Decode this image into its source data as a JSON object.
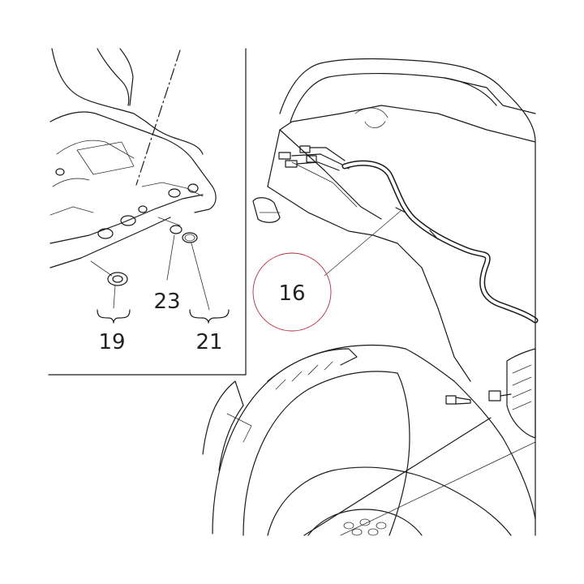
{
  "callouts": {
    "part_19": "19",
    "part_23": "23",
    "part_21": "21",
    "part_16": "16"
  },
  "colors": {
    "line": "#1a1a1a",
    "highlight_circle": "#b03040",
    "background": "#ffffff"
  }
}
